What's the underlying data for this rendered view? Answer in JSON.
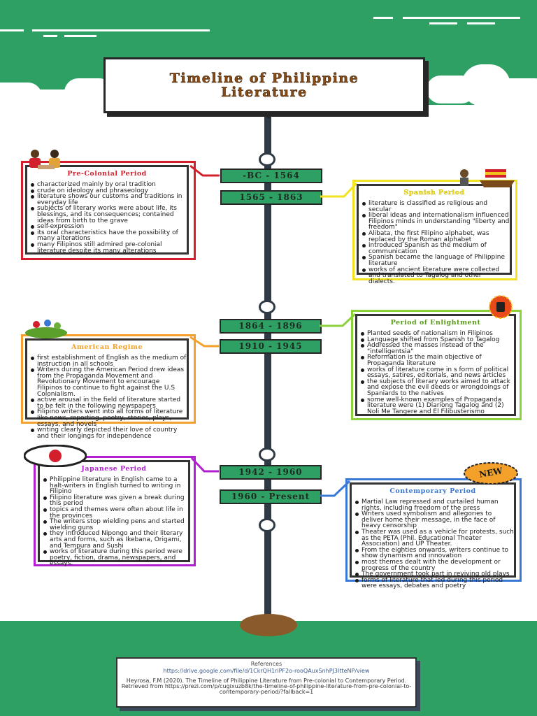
{
  "title": {
    "line1": "Timeline of Philippine",
    "line2": "Literature"
  },
  "colors": {
    "background_green": "#2fa063",
    "timeline": "#2f3a45",
    "title_text": "#8a4b15",
    "precolonial": "#d31f2b",
    "spanish": "#f2e21f",
    "enlightenment": "#8bd13a",
    "american": "#f3a12a",
    "japanese": "#b21fd0",
    "contemporary": "#3a78d6"
  },
  "dates": [
    "-BC - 1564",
    "1565 - 1863",
    "1864 - 1896",
    "1910 - 1945",
    "1942 - 1960",
    "1960 - Present"
  ],
  "periods": {
    "precolonial": {
      "title": "Pre-Colonial Period",
      "items": [
        "characterized mainly by oral tradition",
        "crude on ideology and phraseology",
        "literature shows our customs and traditions in everyday life",
        "subjects of literary works were about life, its blessings, and its consequences; contained ideas from birth to the grave",
        "self-expression",
        "its oral characteristics have the possibility of many alterations",
        "many Filipinos still admired pre-colonial literature despite its many alterations"
      ]
    },
    "spanish": {
      "title": "Spanish Period",
      "items": [
        "literature is classified as religious and secular",
        "liberal ideas and internationalism influenced Filipinos minds in understanding \"liberty and freedom\"",
        "Alibata, the first Filipino alphabet, was replaced by the Roman alphabet",
        "introduced Spanish as the medium of communication",
        "Spanish became the language of Philippine literature",
        "works of ancient literature were collected and translated to Tagalog and other dialects."
      ]
    },
    "enlightenment": {
      "title": "Period of Enlightment",
      "items": [
        "Planted seeds of nationalism in Filipinos",
        "Language shifted from Spanish to Tagalog",
        "Addressed the masses instead of the \"intelligentsia\"",
        "Reformation is the main objective of Propaganda literature",
        "works of literature come in s form of political essays, satires, editorials, and news articles",
        "the subjects of literary works aimed to attack and expose the evil deeds or wrongdoings of Spaniards to the natives",
        "some well-known examples of Propaganda literature were (1) Diariong Tagalog and (2) Noli Me Tangere and El Filibusterismo"
      ]
    },
    "american": {
      "title": "American Regime",
      "items": [
        "first establishment of English as the medium of instruction in all schools",
        "Writers during the American Period drew ideas from the Propaganda Movement and Revolutionary Movement to encourage Filipinos to continue to fight against the U.S Colonialism.",
        "active arousal in the field of literature started to be felt in the following newspapers",
        "Filipino writers went into all forms of literature like news, reporting, poetry, stories, plays, essays, and novels",
        "writing clearly depicted their love of country and their longings for independence"
      ]
    },
    "japanese": {
      "title": "Japanese Period",
      "items": [
        "Philippine literature in English came to a halt-writers in English turned to writing in Filipino",
        "Filipino literature was given a break during this period",
        "topics and themes were often about life in the provinces",
        "The writers stop wielding pens and started wielding guns",
        "they introduced Nipongo and their literary arts and forms, such as Ikebana, Origami, and Tempura and Sushi",
        "works of literature during this period were poetry, fiction, drama, newspapers, and essays."
      ]
    },
    "contemporary": {
      "title": "Contemporary Period",
      "badge": "NEW",
      "items": [
        "Martial Law repressed and curtailed human rights, including freedom of the press",
        "Writers used symbolism and allegories to deliver home their message, in the face of heavy censorship",
        "Theater was used as a vehicle for protests, such as the PETA (Phil. Educational Theater Association) and UP Theater.",
        "From the eighties onwards, writers continue to show dynamism and innovation",
        "most themes dealt with the development or progress of the country",
        "The government took part in reviving old plays",
        "forms of literature that led during this period were essays, debates and poetry"
      ]
    }
  },
  "references": {
    "heading": "References",
    "line1": "https://drive.google.com/file/d/1CkrQH1riPF2o-rooQAuxSnhPJ3ItteNP/view",
    "line2": "Heyrosa, F.M (2020). The Timeline of Philippine Literature from Pre-colonial to Contemporary Period. Retrieved from https://prezi.com/p/cugixuzb8k/the-timeline-of-philippine-literature-from-pre-colonial-to-contemporary-period/?fallback=1"
  }
}
